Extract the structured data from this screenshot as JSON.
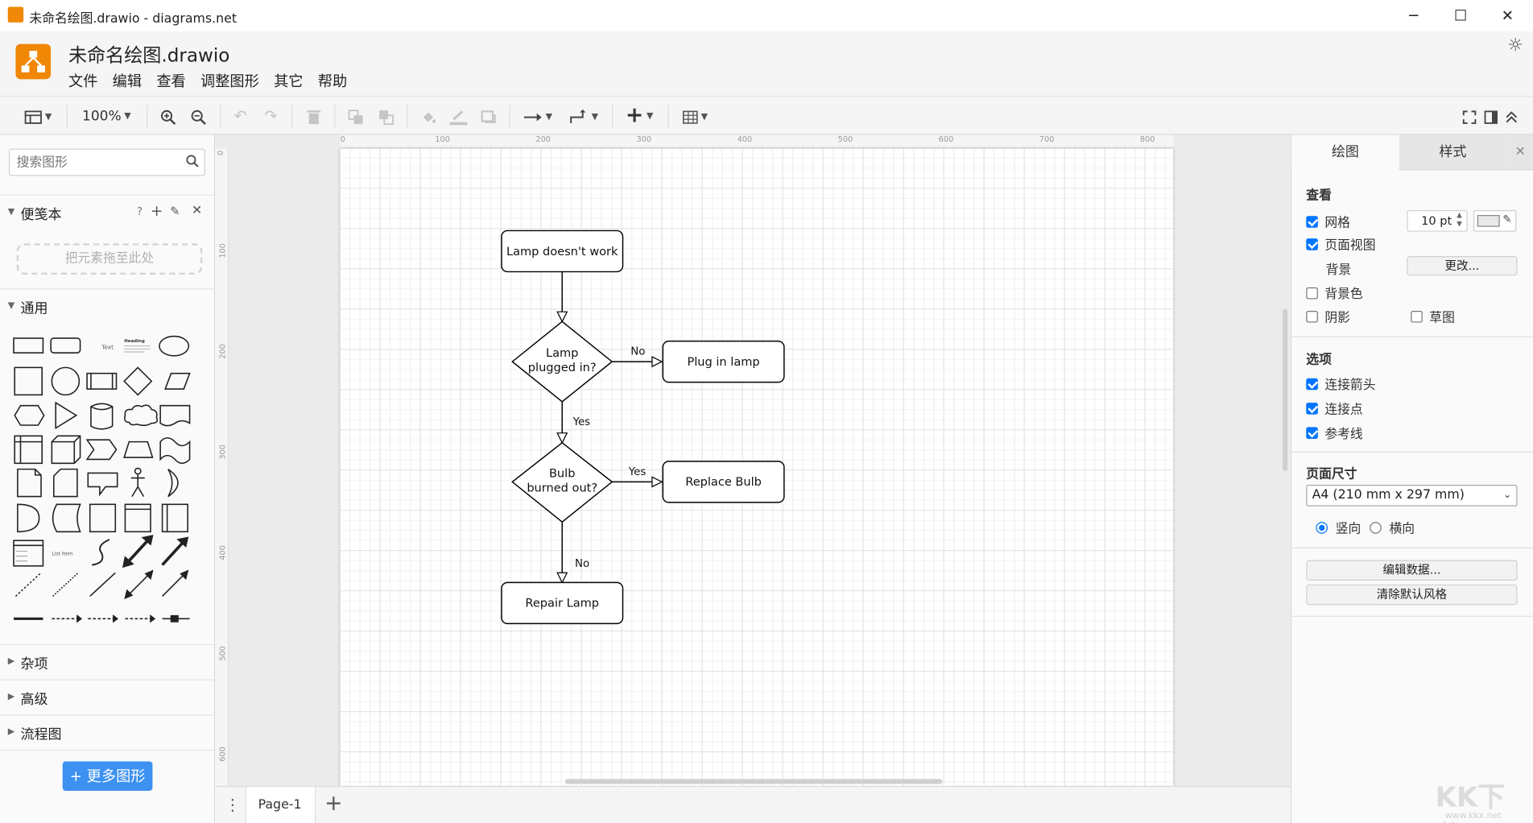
{
  "window": {
    "title": "未命名绘图.drawio - diagrams.net",
    "minimize": "─",
    "maximize": "☐",
    "close": "✕"
  },
  "header": {
    "doc_title": "未命名绘图.drawio",
    "menu": [
      "文件",
      "编辑",
      "查看",
      "调整图形",
      "其它",
      "帮助"
    ]
  },
  "toolbar": {
    "zoom": "100%",
    "icons": [
      "sidebar-toggle-icon",
      "zoom-in-icon",
      "zoom-out-icon",
      "undo-icon",
      "redo-icon",
      "delete-icon",
      "to-front-icon",
      "to-back-icon",
      "fill-color-icon",
      "line-color-icon",
      "shadow-icon",
      "connection-icon",
      "waypoints-icon",
      "insert-icon",
      "table-icon",
      "fullscreen-icon",
      "format-panel-icon",
      "collapse-icon"
    ]
  },
  "sidebar": {
    "search_placeholder": "搜索图形",
    "scratchpad": {
      "label": "便笺本",
      "help": "?",
      "add": "+",
      "drop_hint": "把元素拖至此处"
    },
    "sections": {
      "general": "通用",
      "misc": "杂项",
      "advanced": "高级",
      "flowchart": "流程图"
    },
    "shape_text": "Text",
    "shape_heading": "Heading",
    "shape_list": "List Item",
    "more_shapes": "+ 更多图形"
  },
  "rulers": {
    "h": [
      "0",
      "100",
      "200",
      "300",
      "400",
      "500",
      "600",
      "700",
      "800"
    ],
    "v": [
      "0",
      "100",
      "200",
      "300",
      "400",
      "500",
      "600"
    ]
  },
  "diagram": {
    "nodes": {
      "start": "Lamp doesn't work",
      "decision1_line1": "Lamp",
      "decision1_line2": "plugged in?",
      "action1": "Plug in lamp",
      "decision2_line1": "Bulb",
      "decision2_line2": "burned out?",
      "action2": "Replace Bulb",
      "end": "Repair Lamp"
    },
    "edges": {
      "no1": "No",
      "yes1": "Yes",
      "yes2": "Yes",
      "no2": "No"
    }
  },
  "pages": {
    "tab": "Page-1",
    "menu": "⋮",
    "add": "+"
  },
  "format_panel": {
    "tabs": [
      "绘图",
      "样式"
    ],
    "view_header": "查看",
    "grid": "网格",
    "grid_size": "10 pt",
    "page_view": "页面视图",
    "background": "背景",
    "change_button": "更改...",
    "background_color": "背景色",
    "shadow": "阴影",
    "sketch": "草图",
    "options_header": "选项",
    "connection_arrows": "连接箭头",
    "connection_points": "连接点",
    "guides": "参考线",
    "page_size_header": "页面尺寸",
    "page_size_value": "A4 (210 mm x 297 mm)",
    "portrait": "竖向",
    "landscape": "横向",
    "edit_data_button": "编辑数据...",
    "clear_style_button": "清除默认风格",
    "checked": {
      "grid": true,
      "page_view": true,
      "background_color": false,
      "shadow": false,
      "sketch": false,
      "connection_arrows": true,
      "connection_points": true,
      "guides": true
    },
    "orientation": "portrait"
  },
  "watermark": {
    "text": "KK下载",
    "url": "www.kkx.net"
  },
  "colors": {
    "accent": "#f08705",
    "primary_button": "#3d91f0",
    "checkbox": "#0075ff"
  }
}
